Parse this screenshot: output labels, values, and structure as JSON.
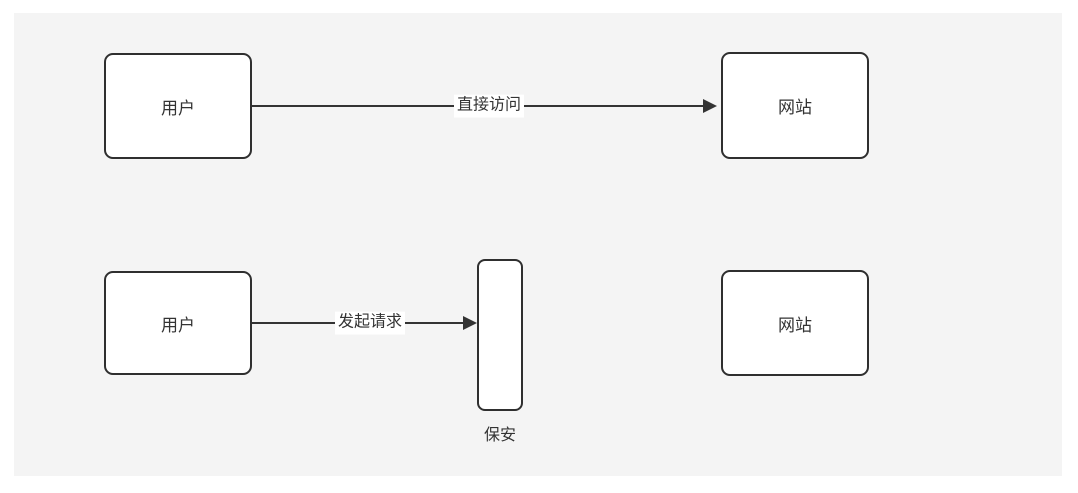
{
  "diagram": {
    "colors": {
      "canvas_background": "#f4f4f4",
      "page_background": "#ffffff",
      "shape_border": "#2f2f2f",
      "line": "#333333",
      "text": "#333333"
    },
    "nodes": {
      "user_top": {
        "label": "用户"
      },
      "site_top": {
        "label": "网站"
      },
      "user_bottom": {
        "label": "用户"
      },
      "guard": {
        "label": "保安"
      },
      "site_bottom": {
        "label": "网站"
      }
    },
    "edges": {
      "direct_access": {
        "label": "直接访问",
        "from": "user_top",
        "to": "site_top"
      },
      "initiate_request": {
        "label": "发起请求",
        "from": "user_bottom",
        "to": "guard"
      }
    }
  }
}
